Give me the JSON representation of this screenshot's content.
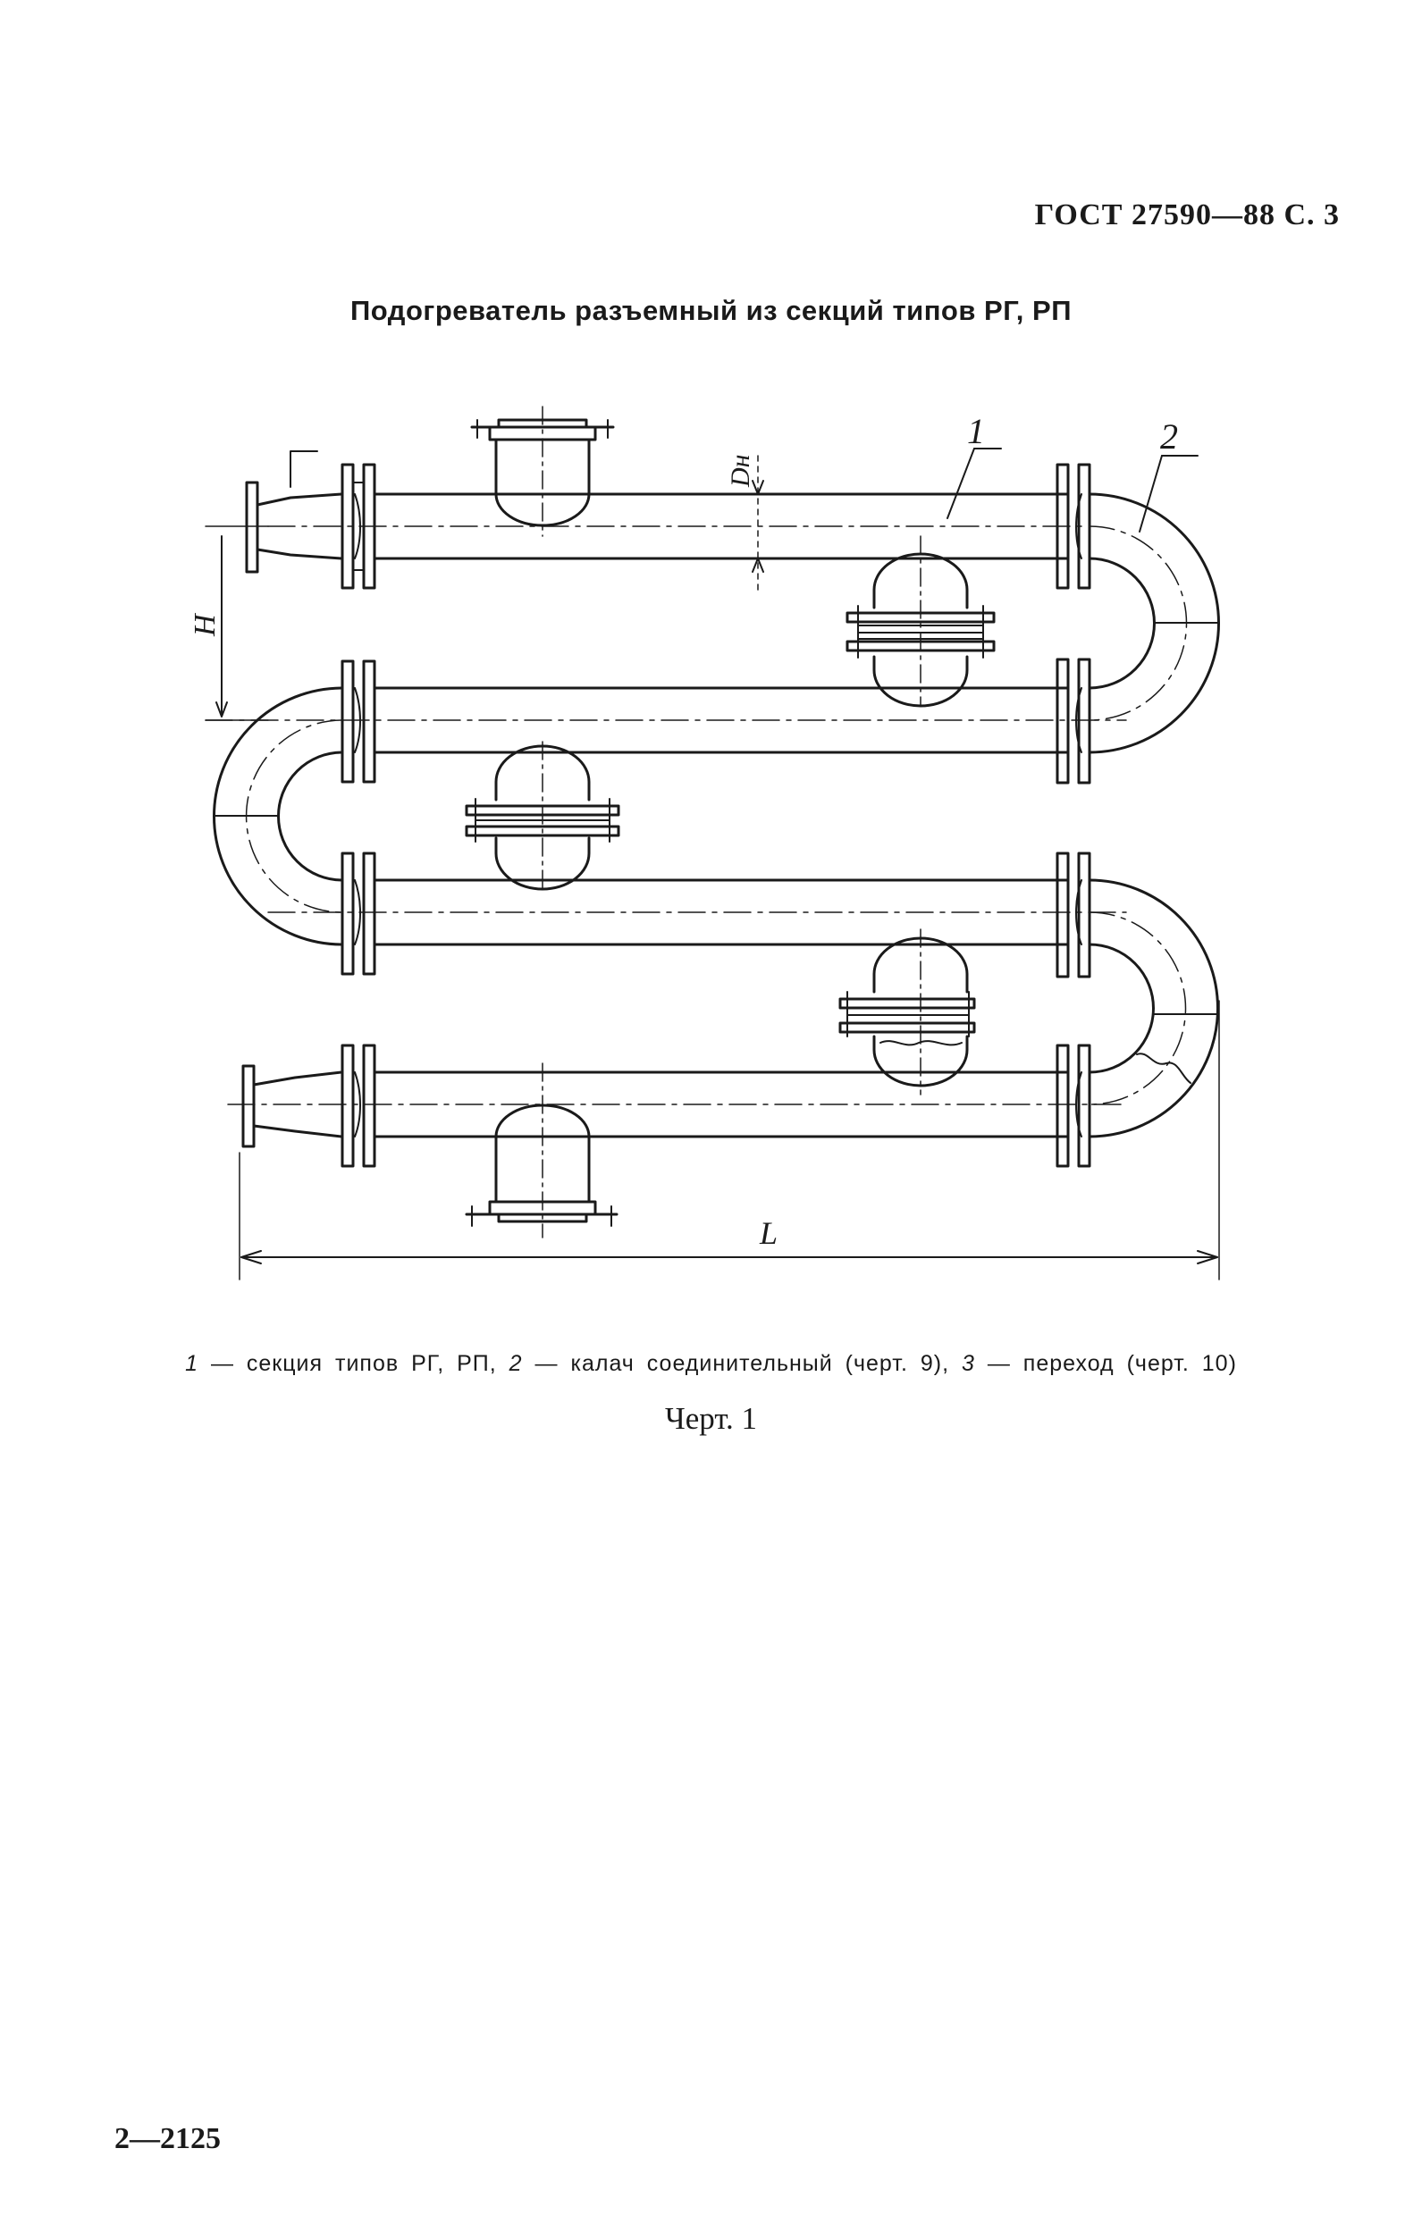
{
  "header": {
    "text": "ГОСТ 27590—88 С. 3"
  },
  "title": {
    "text": "Подогреватель разъемный из секций типов РГ, РП"
  },
  "drawing": {
    "labels": {
      "part1": "1",
      "part2": "2",
      "dim_h": "H",
      "dim_dn": "Dн",
      "dim_l": "L"
    }
  },
  "caption": {
    "n1": "1",
    "t1": " — секция типов РГ, РП, ",
    "n2": "2",
    "t2": " — калач соединительный (черт. 9), ",
    "n3": "3",
    "t3": " — переход (черт. 10)"
  },
  "figure_label": {
    "text": "Черт. 1"
  },
  "footer": {
    "text": "2—2125"
  }
}
